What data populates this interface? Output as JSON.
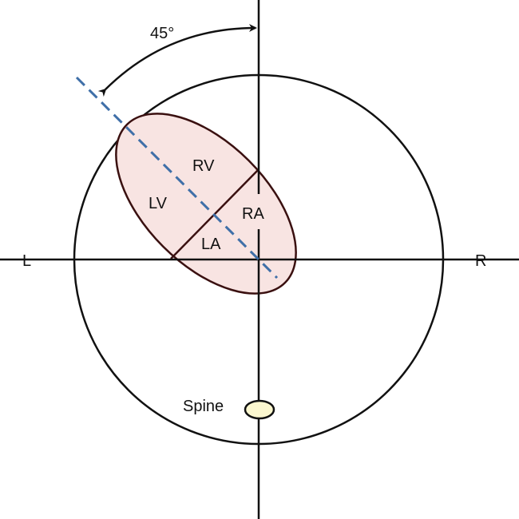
{
  "labels": {
    "angle": "45°",
    "left": "L",
    "right": "R",
    "rv": "RV",
    "lv": "LV",
    "ra": "RA",
    "la": "LA",
    "spine": "Spine"
  },
  "colors": {
    "heart_fill": "#f8e4e2",
    "heart_stroke": "#3a1010",
    "axis_dashed": "#3f6fa8",
    "spine_fill": "#fbf7cf"
  }
}
